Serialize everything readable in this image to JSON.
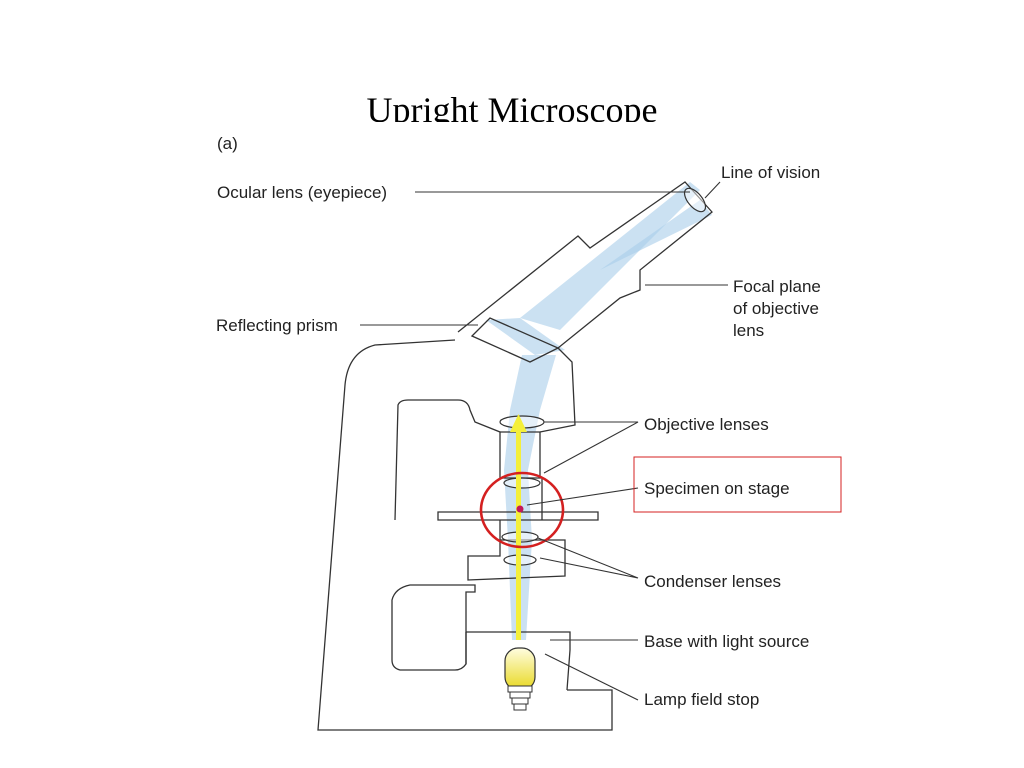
{
  "slide": {
    "title": "Upright Microscope"
  },
  "diagram": {
    "panel_label": "(a)",
    "labels": {
      "ocular": "Ocular lens (eyepiece)",
      "line_of_vision": "Line of vision",
      "focal_plane": [
        "Focal plane",
        "of objective",
        "lens"
      ],
      "reflecting_prism": "Reflecting prism",
      "objective_lenses": "Objective lenses",
      "specimen": "Specimen on stage",
      "condenser": "Condenser lenses",
      "base": "Base with light source",
      "lamp_field_stop": "Lamp field stop"
    },
    "colors": {
      "outline": "#333333",
      "light_beam": "#a9cdea",
      "arrow_yellow": "#f4ef3a",
      "highlight_red": "#d42020",
      "lamp_yellow": "#f3ea5a"
    }
  }
}
